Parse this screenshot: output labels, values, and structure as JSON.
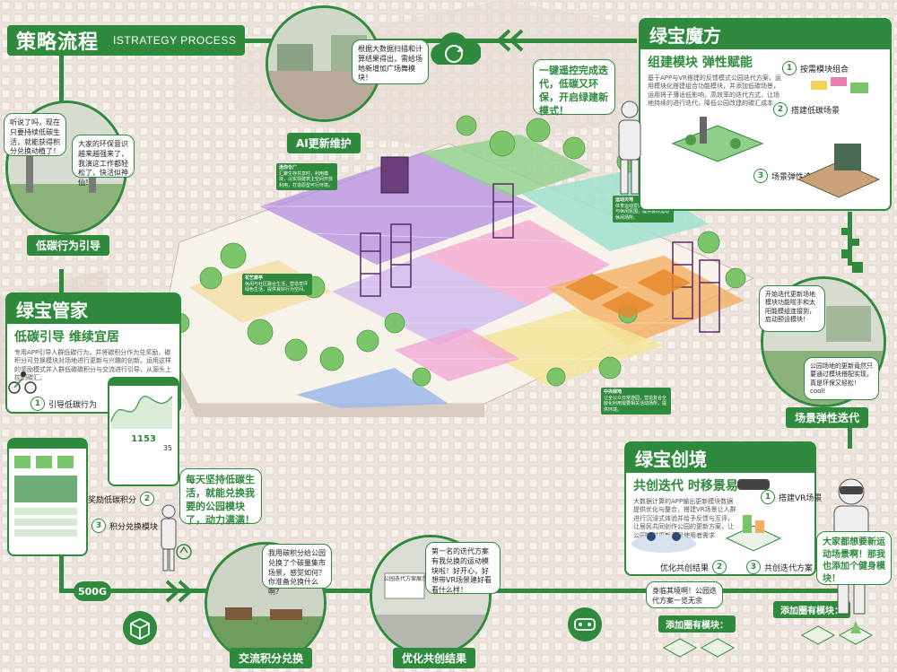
{
  "header": {
    "title_cn": "策略流程",
    "title_en": "ISTRATEGY PROCESS"
  },
  "top_circle": {
    "bubble": "根据大数据扫描和计算结果得出，需给场地新增加广场舞模块！",
    "label": "AI更新维护"
  },
  "left_circle": {
    "bubble1": "听说了吗，现在只要持续低碳生活，就能获得积分兑换动植了！",
    "bubble2": "大家的环保意识越来越强来了，我演这工作都轻松了，快活似神仙！",
    "label": "低碳行为引导"
  },
  "panel_left": {
    "title": "绿宝管家",
    "subtitle": "低碳引导 维续宜居",
    "body": "专用APP引导人群低碳行为，并将碳积分作为兑奖励，碳积分可兑换模块对场地进行更新与兴趣的创新。运用这样的奖励模式并入群低碳碳积分与交流进行引导，从源头上控制碳汇。",
    "steps": [
      {
        "num": "1",
        "label": "引导低碳行为"
      },
      {
        "num": "2",
        "label": "奖励低碳积分"
      },
      {
        "num": "3",
        "label": "积分兑换模块"
      }
    ],
    "phone_value": "1153",
    "phone_temp": "35"
  },
  "panel_right_top": {
    "title": "绿宝魔方",
    "subtitle": "组建模块 弹性赋能",
    "body": "基于APP与VR搭建的反馈模式公园迭代方案，运用模块化搭建组合功能模块，并添加低碳场景，运用将子薄适低影响，高效率的迭代方式，让场地持续的进行迭代，降低公园改建的碳汇成本",
    "steps": [
      {
        "num": "1",
        "label": "按需模块组合"
      },
      {
        "num": "2",
        "label": "搭建低碳场景"
      },
      {
        "num": "3",
        "label": "场景弹性迭代"
      }
    ],
    "bubble": "一键遥控完成迭代，低碳又环保，开启绿建新模式！"
  },
  "right_circle": {
    "bubble1": "开始迭代更新场地模块功能啦手和太阳能模组连接到，启动预设模块！",
    "bubble2": "公园场地的更新竟然只要通过模块搭配实现，真是环保又轻松！cool!",
    "label": "场景弹性迭代"
  },
  "panel_right_bottom": {
    "title": "绿宝创境",
    "subtitle": "共创迭代 时移景易",
    "body": "大数据计算的APP输出更新模块数据提供优化与整合，搭建VR场景让人群进行沉浸式体验并给予反馈与互评，让居民共同创作公园的更新方案，让公园随时更新满足使用者需求",
    "steps": [
      {
        "num": "1",
        "label": "搭建VR场景"
      },
      {
        "num": "2",
        "label": "优化共创结果"
      },
      {
        "num": "3",
        "label": "共创迭代方案"
      }
    ],
    "bubble": "大家都想要新运动场景啊！那我也添加个健身模块！"
  },
  "bottom": {
    "badge": "500G",
    "bubble_left": "每天坚持低碳生活，就能兑换我要的公园模块了，动力满满！",
    "circle1": {
      "bubble": "我用碳积分给公园兑换了个碳量集市场景，感觉如何？你准备兑换什么啊？",
      "label": "交流积分兑换"
    },
    "circle2": {
      "bubble": "第一名的迭代方案有我兑换的运动模块啦！好开心，好想带VR场景建好看看什么样！",
      "label": "优化共创结果"
    },
    "circle2_board": "公园迭代方案展示",
    "bubble_vr": "身临其境啊！公园迭代方案一览无余",
    "tag1": "添加圈有模块：",
    "tag2": "添加圈有模块："
  },
  "zones": [
    {
      "name": "迷你仓厂",
      "text": "汇聚生存共享时，利用模块，以实现建筑主空间开放利用，打造原型可行环境。"
    },
    {
      "name": "运动天地",
      "text": "体育运动爱好者，营造运动与休闲氛围，提供良好运动休闲场所。"
    },
    {
      "name": "花艺廊亭",
      "text": "休闲与社区融合生活，营造草坪绿色生活，提供良好行为空间。"
    },
    {
      "name": "中央绿地",
      "text": "让全公众日常游园，营造复合全龄化利用需要相关活动场所，提供环境。"
    }
  ],
  "colors": {
    "brand": "#2f8a3d",
    "purple": "#a87bd6",
    "pink": "#ef8fc7",
    "teal": "#8fd8c6",
    "orange": "#f2a44e",
    "blue": "#8fb0e6",
    "yellow": "#f1e28c"
  }
}
